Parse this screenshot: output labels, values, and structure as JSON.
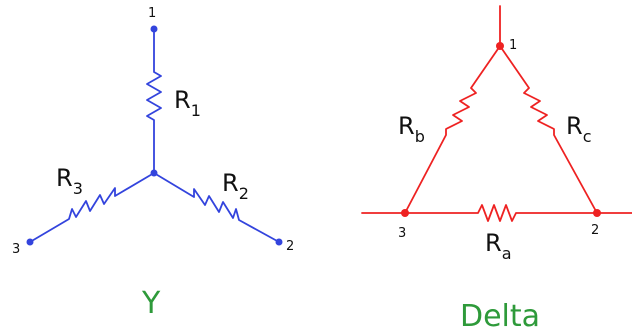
{
  "colors": {
    "wye": "#3344dd",
    "delta": "#ee2222",
    "caption": "#2e9a3a",
    "text": "#111111"
  },
  "wye": {
    "caption": "Y",
    "nodes": {
      "n1": "1",
      "n2": "2",
      "n3": "3"
    },
    "resistors": {
      "r1": {
        "letter": "R",
        "sub": "1"
      },
      "r2": {
        "letter": "R",
        "sub": "2"
      },
      "r3": {
        "letter": "R",
        "sub": "3"
      }
    }
  },
  "delta": {
    "caption": "Delta",
    "nodes": {
      "n1": "1",
      "n2": "2",
      "n3": "3"
    },
    "resistors": {
      "ra": {
        "letter": "R",
        "sub": "a"
      },
      "rb": {
        "letter": "R",
        "sub": "b"
      },
      "rc": {
        "letter": "R",
        "sub": "c"
      }
    }
  }
}
